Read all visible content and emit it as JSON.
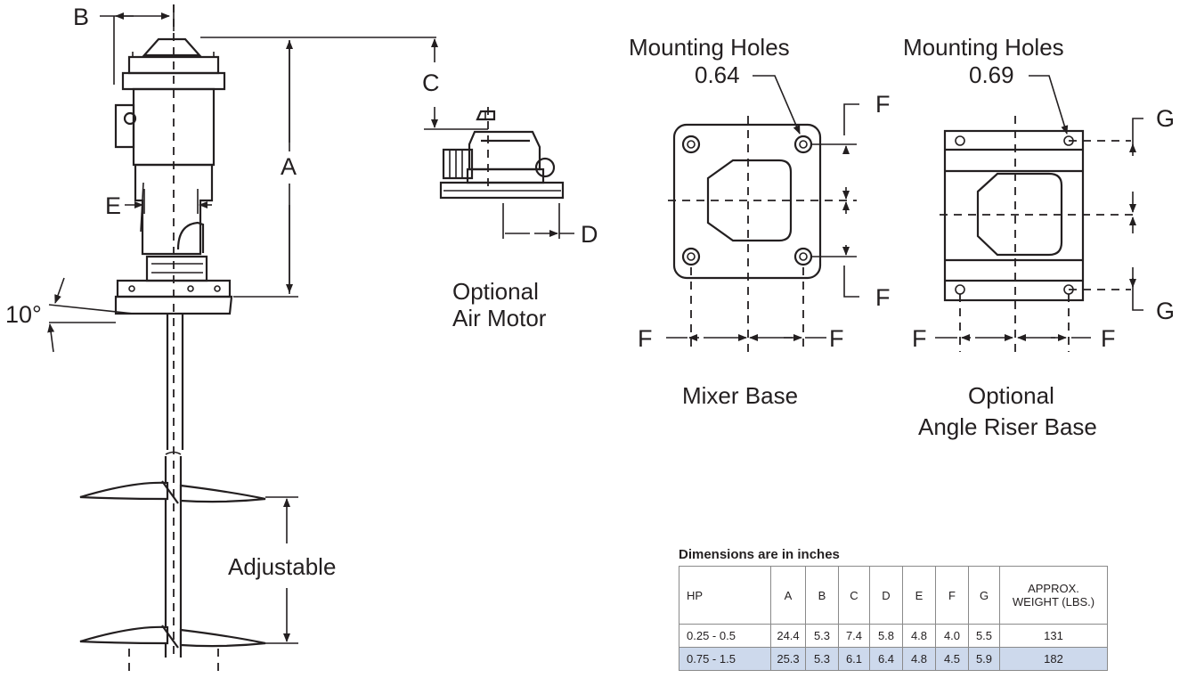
{
  "labels": {
    "dim_a": "A",
    "dim_b": "B",
    "dim_c": "C",
    "dim_d": "D",
    "dim_e": "E",
    "dim_f": "F",
    "dim_g": "G",
    "angle": "10°",
    "adjustable": "Adjustable",
    "air_motor": [
      "Optional",
      "Air Motor"
    ],
    "mounting_holes": "Mounting Holes",
    "hole_size_mixer": "0.64",
    "hole_size_riser": "0.69",
    "mixer_base": "Mixer Base",
    "riser_base": [
      "Optional",
      "Angle Riser Base"
    ]
  },
  "table": {
    "caption": "Dimensions are in inches",
    "headers": [
      "HP",
      "A",
      "B",
      "C",
      "D",
      "E",
      "F",
      "G",
      "APPROX.\nWEIGHT (LBS.)"
    ],
    "rows": [
      [
        "0.25 - 0.5",
        "24.4",
        "5.3",
        "7.4",
        "5.8",
        "4.8",
        "4.0",
        "5.5",
        "131"
      ],
      [
        "0.75 - 1.5",
        "25.3",
        "5.3",
        "6.1",
        "6.4",
        "4.8",
        "4.5",
        "5.9",
        "182"
      ]
    ]
  }
}
